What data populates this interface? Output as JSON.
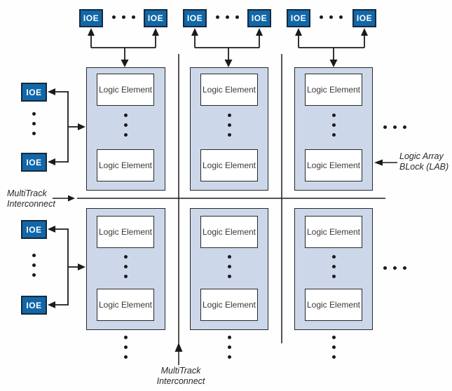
{
  "diagram": {
    "labels": {
      "ioe": "IOE",
      "logic_element": "Logic Element",
      "multitrack_interconnect": "MultiTrack Interconnect",
      "lab_callout": "Logic Array BLock (LAB)"
    },
    "structure": {
      "lab_grid_rows": 2,
      "lab_grid_cols": 3,
      "logic_elements_shown_per_lab": 2,
      "top_ioe_count": 6,
      "left_ioe_count": 4
    },
    "colors": {
      "ioe_fill": "#1167a8",
      "ioe_border": "#15293d",
      "lab_fill": "#ccd8ea",
      "logic_element_fill": "#ffffff",
      "line": "#1b1b1b",
      "label_text": "#2a2628",
      "background": "#fefefe"
    }
  }
}
